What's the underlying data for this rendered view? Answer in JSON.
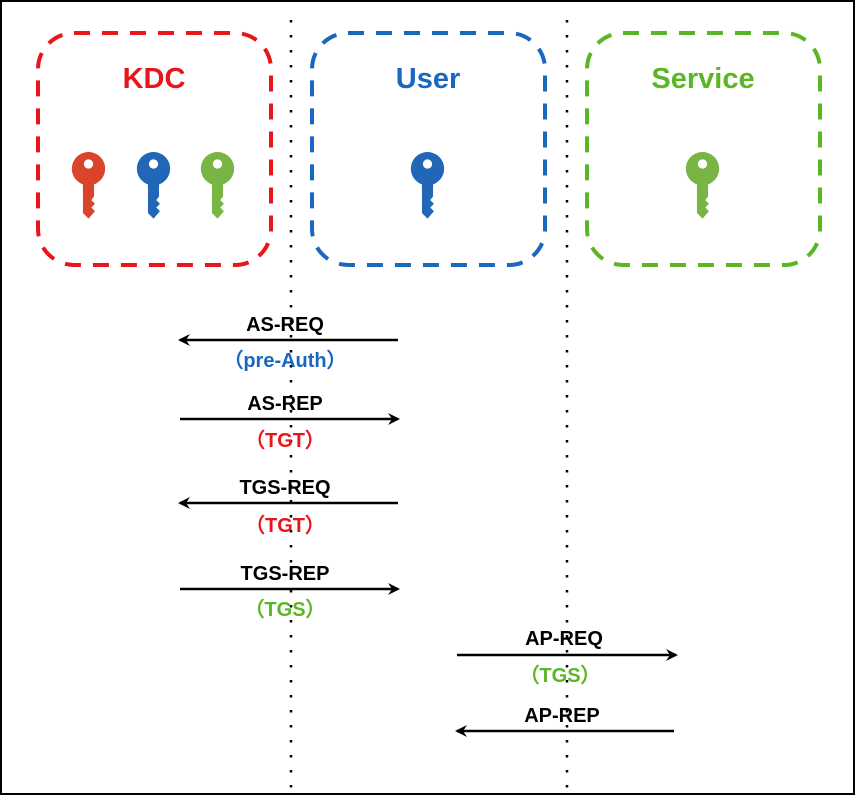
{
  "colors": {
    "kdc": "#e8161b",
    "user": "#1a67bf",
    "service": "#5cb525",
    "key_red": "#d9442a",
    "key_blue": "#2167b5",
    "key_green": "#78b544",
    "black": "#000000"
  },
  "entities": [
    {
      "id": "kdc",
      "label": "KDC",
      "color": "#e8161b",
      "keys": [
        "red",
        "blue",
        "green"
      ]
    },
    {
      "id": "user",
      "label": "User",
      "color": "#1a67bf",
      "keys": [
        "blue"
      ]
    },
    {
      "id": "service",
      "label": "Service",
      "color": "#5cb525",
      "keys": [
        "green"
      ]
    }
  ],
  "messages": [
    {
      "label": "AS-REQ",
      "sublabel": "（pre-Auth）",
      "sublabel_color": "#1a67bf",
      "from": "user",
      "to": "kdc",
      "direction": "left"
    },
    {
      "label": "AS-REP",
      "sublabel": "（TGT）",
      "sublabel_color": "#e8161b",
      "from": "kdc",
      "to": "user",
      "direction": "right"
    },
    {
      "label": "TGS-REQ",
      "sublabel": "（TGT）",
      "sublabel_color": "#e8161b",
      "from": "user",
      "to": "kdc",
      "direction": "left"
    },
    {
      "label": "TGS-REP",
      "sublabel": "（TGS）",
      "sublabel_color": "#5cb525",
      "from": "kdc",
      "to": "user",
      "direction": "right"
    },
    {
      "label": "AP-REQ",
      "sublabel": "（TGS）",
      "sublabel_color": "#5cb525",
      "from": "user",
      "to": "service",
      "direction": "right"
    },
    {
      "label": "AP-REP",
      "sublabel": "",
      "sublabel_color": "#000000",
      "from": "service",
      "to": "user",
      "direction": "left"
    }
  ]
}
